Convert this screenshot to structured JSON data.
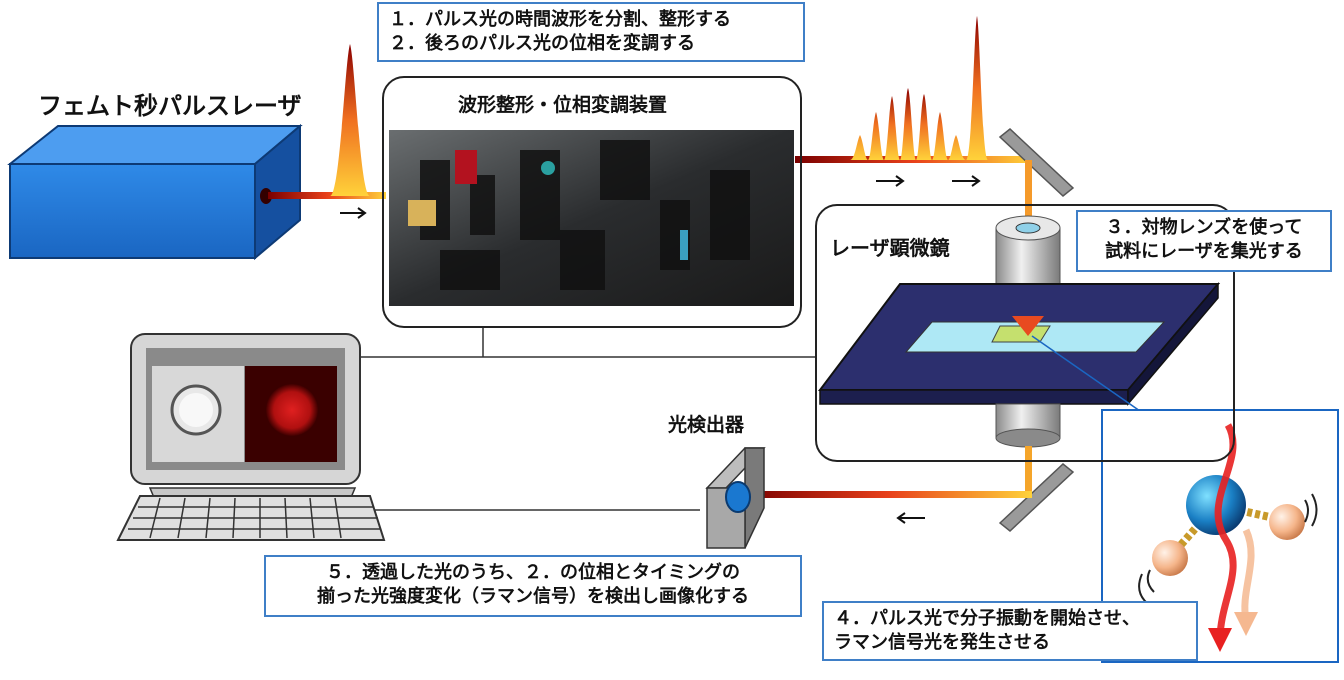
{
  "laser": {
    "title": "フェムト秒パルスレーザ"
  },
  "shaper": {
    "title": "波形整形・位相変調装置"
  },
  "microscope": {
    "title": "レーザ顕微鏡"
  },
  "detector": {
    "title": "光検出器"
  },
  "steps": {
    "step12_line1": "１．パルス光の時間波形を分割、整形する",
    "step12_line2": "２．後ろのパルス光の位相を変調する",
    "step3_line1": "３．対物レンズを使って",
    "step3_line2": "試料にレーザを集光する",
    "step4_line1": "４．パルス光で分子振動を開始させ、",
    "step4_line2": "ラマン信号光を発生させる",
    "step5_line1": "５．透過した光のうち、２．の位相とタイミングの",
    "step5_line2": "揃った光強度変化（ラマン信号）を検出し画像化する"
  },
  "colors": {
    "callout_border": "#3f7fc7",
    "laser_box": "#1e78d8",
    "stage": "#2c2f6e",
    "beam_red": "#8b0000",
    "beam_yellow": "#ffd23a"
  }
}
